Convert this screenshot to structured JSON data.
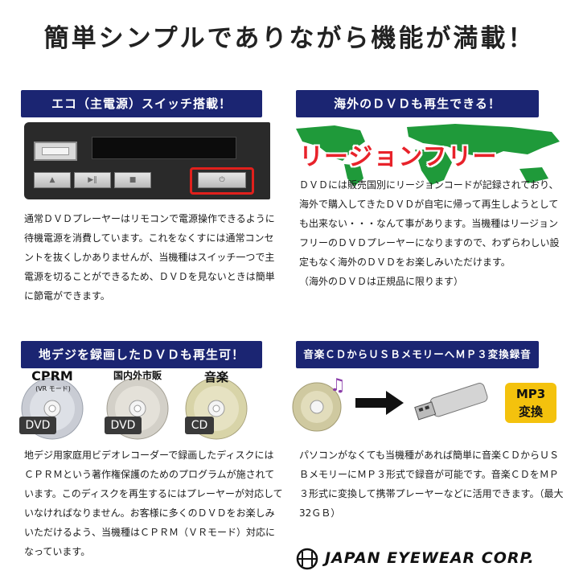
{
  "headline": "簡単シンプルでありながら機能が満載！",
  "sections": {
    "eco": {
      "banner": "エコ（主電源）スイッチ搭載！",
      "text": "通常ＤＶＤプレーヤーはリモコンで電源操作できるように待機電源を消費しています。これをなくすには通常コンセントを抜くしかありませんが、当機種はスイッチ一つで主電源を切ることができるため、ＤＶＤを見ないときは簡単に節電ができます。"
    },
    "region": {
      "banner": "海外のＤＶＤも再生できる！",
      "map_label": "リージョンフリー",
      "text": "ＤＶＤには販売国別にリージョンコードが記録されており、海外で購入してきたＤＶＤが自宅に帰って再生しようとしても出来ない・・・なんて事があります。当機種はリージョンフリーのＤＶＤプレーヤーになりますので、わずらわしい設定もなく海外のＤＶＤをお楽しみいただけます。\n（海外のＤＶＤは正規品に限ります）"
    },
    "digital": {
      "banner": "地デジを録画したＤＶＤも再生可！",
      "discs": [
        {
          "caption": "CPRM",
          "sub": "(VR モード)",
          "tag": "DVD"
        },
        {
          "caption": "国内外市販",
          "tag": "DVD"
        },
        {
          "caption": "音楽",
          "tag": "CD"
        }
      ],
      "text": "地デジ用家庭用ビデオレコーダーで録画したディスクにはＣＰＲＭという著作権保護のためのプログラムが施されています。このディスクを再生するにはプレーヤーが対応していなければなりません。お客様に多くのＤＶＤをお楽しみいただけるよう、当機種はＣＰＲＭ（ＶＲモード）対応になっています。"
    },
    "mp3": {
      "banner": "音楽ＣＤからＵＳＢメモリーへＭＰ３変換録音",
      "badge_line1": "MP3",
      "badge_line2": "変換",
      "text": "パソコンがなくても当機種があれば簡単に音楽ＣＤからＵＳＢメモリーにＭＰ３形式で録音が可能です。音楽ＣＤをＭＰ３形式に変換して携帯プレーヤーなどに活用できます。（最大 32ＧＢ）"
    }
  },
  "logo": "JAPAN EYEWEAR CORP.",
  "colors": {
    "banner": "#1b2572",
    "highlight": "#e0201c",
    "region_label": "#e8222a",
    "map": "#1f9a3a",
    "badge": "#f4c20d"
  }
}
